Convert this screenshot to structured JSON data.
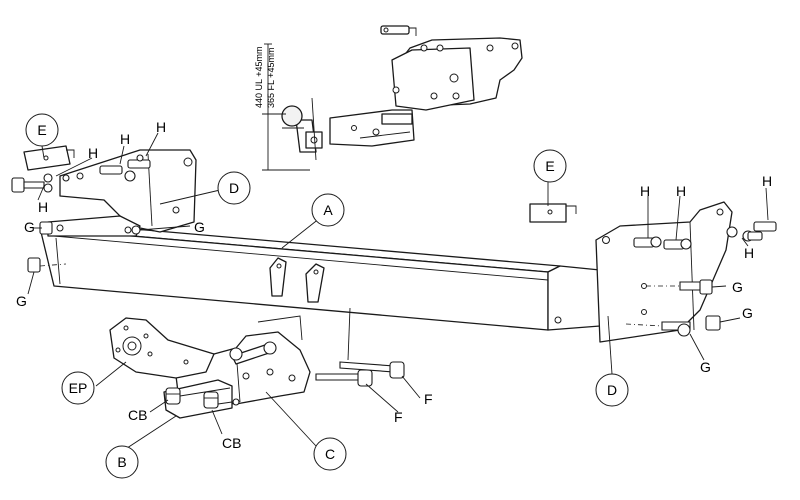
{
  "dimensions": {
    "ul": "440 UL +45mm",
    "fl": "365 FL +45mm"
  },
  "labels": {
    "A": "A",
    "B": "B",
    "C": "C",
    "D": "D",
    "E": "E",
    "F": "F",
    "G": "G",
    "H": "H",
    "EP": "EP",
    "CB": "CB"
  }
}
